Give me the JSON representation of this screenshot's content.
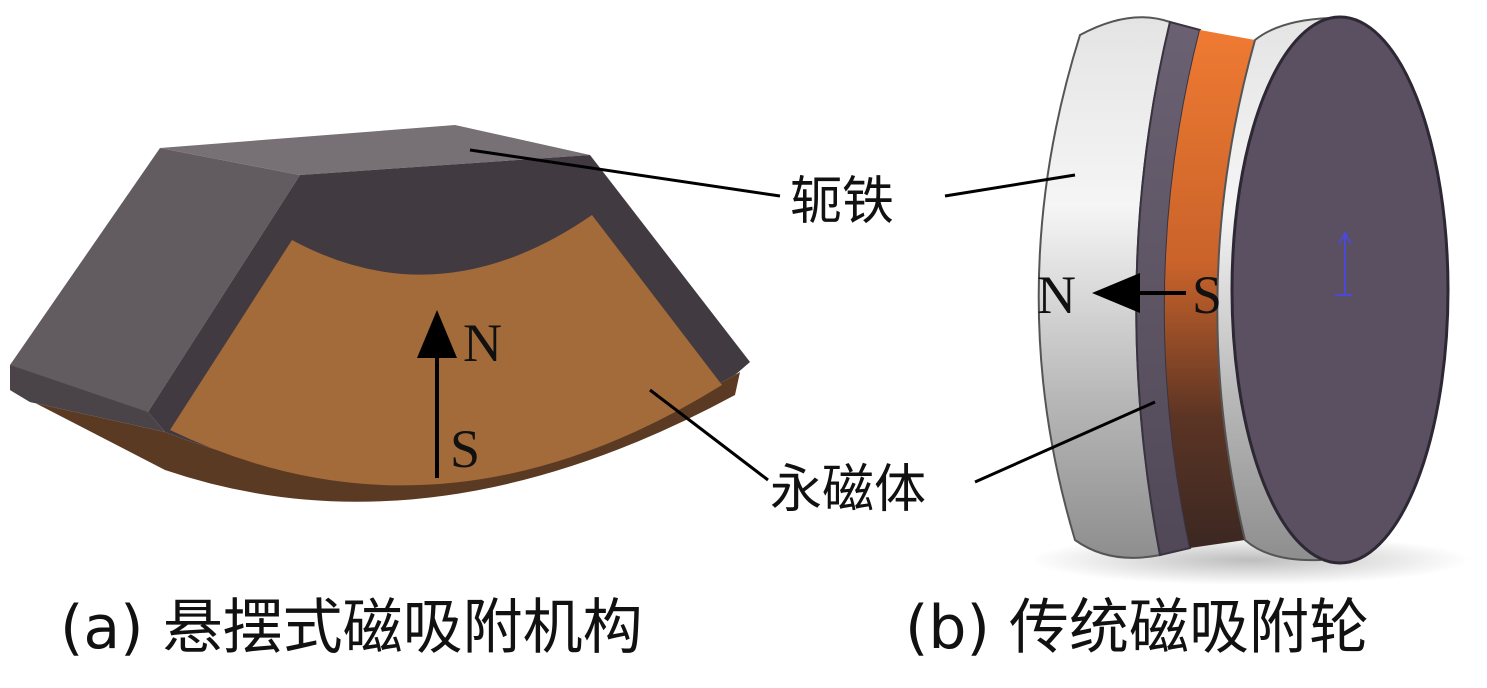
{
  "labels": {
    "yoke": "轭铁",
    "magnet": "永磁体",
    "north": "N",
    "south": "S"
  },
  "captions": {
    "a": "(a)  悬摆式磁吸附机构",
    "b": "(b)  传统磁吸附轮"
  },
  "colors": {
    "yoke_dark": "#413a40",
    "yoke_side": "#625b60",
    "yoke_top": "#7a7275",
    "magnet_brown": "#a36a3a",
    "magnet_orange": "#e06f2c",
    "disc_face": "#5a5062",
    "rim_silver": "#dcdcdc"
  }
}
